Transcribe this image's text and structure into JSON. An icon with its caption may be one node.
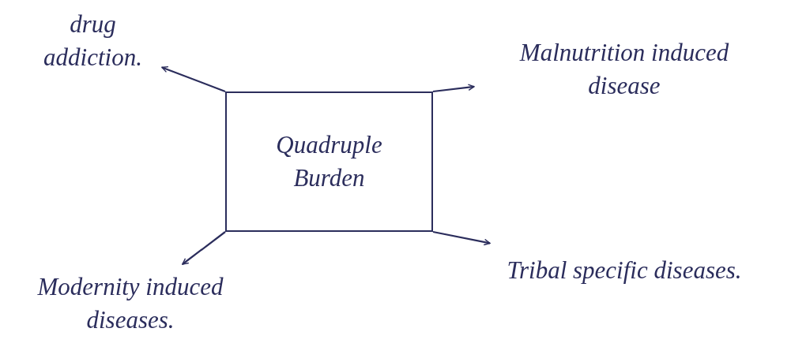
{
  "diagram": {
    "nodes": [
      {
        "text": [
          "Quadruple Burden"
        ]
      },
      {
        "text": [
          "drug addiction."
        ]
      },
      {
        "text": [
          "Malnutrition induced disease"
        ]
      },
      {
        "text": [
          "Tribal specific diseases."
        ]
      },
      {
        "text": [
          "Modernity induced diseases."
        ]
      }
    ],
    "edges": [
      {
        "from": 0,
        "to": 1,
        "arrow": "to"
      },
      {
        "from": 0,
        "to": 2,
        "arrow": "to"
      },
      {
        "from": 0,
        "to": 3,
        "arrow": "to"
      },
      {
        "from": 0,
        "to": 4,
        "arrow": "to"
      }
    ]
  }
}
